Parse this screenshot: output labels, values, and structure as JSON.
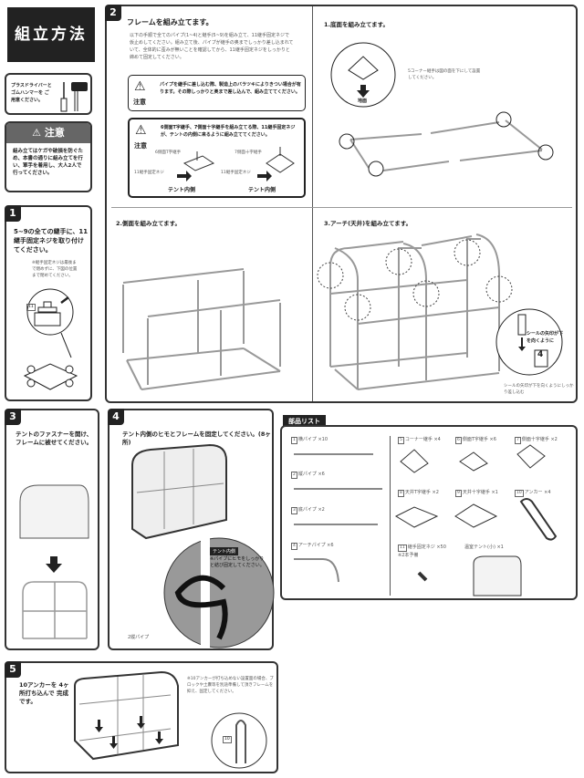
{
  "title": "組立方法",
  "tools": {
    "text": "プラスドライバーと ゴムハンマーを ご用意ください。"
  },
  "caution": {
    "header": "注意",
    "icon": "warning-icon",
    "text": "組み立てはケガや破損を防ぐため、本書の通りに組み立てを行い、軍手を着用し、大人2人で行ってください。"
  },
  "step1": {
    "num": "1",
    "title": "5~9の全ての継手に、11 継手固定ネジを取り付けてください。",
    "note": "※継手固定ネジは最後まで閉めずに、下図の位置まで閉めてください。",
    "label": "11"
  },
  "step2": {
    "num": "2",
    "title": "フレームを組み立てます。",
    "intro": "以下の手順で全てのパイプ(1~4)と継手(5~9)を組み立て、11継手固定ネジで仮止めしてください。組み立て後、パイプが継手の奥までしっかり差し込まれていて、全体的に歪みが無いことを確認してから、11継手固定ネジをしっかりと締めて固定してください。",
    "note1_label": "注意",
    "note1": "パイプを継手に差し込む際、製造上のバラツキによりきつい場合が有ります。その際しっかりと奥まで差し込んで、組み立ててください。",
    "note2_label": "注意",
    "note2": "6側面T字継手、7側面十字継手を組み立てる際、11継手固定ネジが、テントの内側に来るように組み立ててください。",
    "joint_a": "6側面T字継手",
    "joint_b": "7側面十字継手",
    "screw": "11継手固定ネジ",
    "inside": "テント内側",
    "sub1": {
      "title": "1.底面を組み立てます。",
      "note": "5コーナー継手は図の面を下にして設置してください。",
      "ground": "地面"
    },
    "sub2": {
      "title": "2.側面を組み立てます。"
    },
    "sub3": {
      "title": "3.アーチ(天井)を組み立てます。",
      "callout": "シールの矢印が下を向くように",
      "seal": "4",
      "note": "シールの矢印が下を向くようにしっかり差し込む"
    }
  },
  "step3": {
    "num": "3",
    "title": "テントのファスナーを開け、フレームに被せてください。"
  },
  "step4": {
    "num": "4",
    "title": "テント内側のヒモとフレームを固定してください。(8ヶ所)",
    "tag": "テント内側",
    "note": "※パイプにヒモをしっかりと結び固定してください。",
    "pipe": "2縦パイプ"
  },
  "parts": {
    "header": "部品リスト",
    "items": [
      {
        "n": "1",
        "label": "横パイプ ×10"
      },
      {
        "n": "2",
        "label": "縦パイプ ×6"
      },
      {
        "n": "3",
        "label": "底パイプ ×2"
      },
      {
        "n": "4",
        "label": "アーチパイプ ×6"
      },
      {
        "n": "5",
        "label": "コーナー継手 ×4"
      },
      {
        "n": "6",
        "label": "側面T字継手 ×6"
      },
      {
        "n": "7",
        "label": "側面十字継手 ×2"
      },
      {
        "n": "8",
        "label": "天井T字継手 ×2"
      },
      {
        "n": "9",
        "label": "天井十字継手 ×1"
      },
      {
        "n": "10",
        "label": "アンカー ×4"
      },
      {
        "n": "11",
        "label": "継手固定ネジ ×50 ※2本予備"
      },
      {
        "n": "",
        "label": "温室テント(小) ×1"
      }
    ]
  },
  "step5": {
    "num": "5",
    "title": "10アンカーを 4ヶ所打ち込んで 完成です。",
    "note": "※10アンカーが打ち込めない設置面の場合、ブロックや土嚢等を別途準備して頂きフレームを抑え、固定してください。",
    "label": "10"
  }
}
